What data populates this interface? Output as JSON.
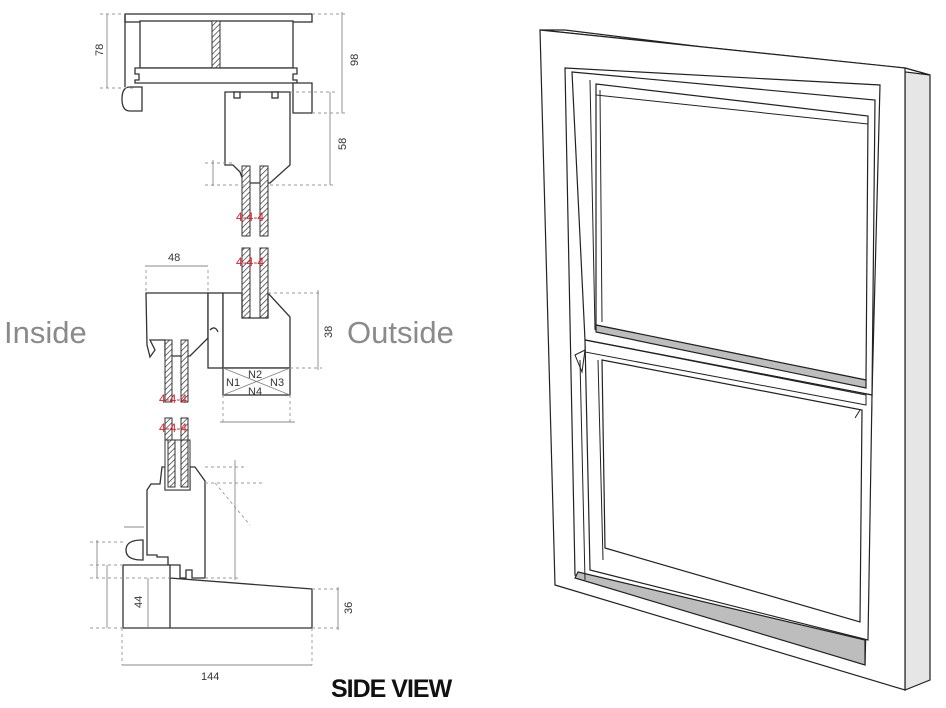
{
  "labels": {
    "inside": "Inside",
    "outside": "Outside",
    "title": "SIDE VIEW"
  },
  "dimensions": {
    "head_height": "78",
    "head_total": "98",
    "sash_top": "58",
    "meeting_rail_width": "48",
    "meeting_rail_height": "38",
    "sill_front": "44",
    "sill_back": "36",
    "sill_width": "144"
  },
  "glazing": [
    "4-4-4",
    "4-4-4",
    "4-4-4",
    "4-4-4"
  ],
  "notches": [
    "N1",
    "N2",
    "N3",
    "N4"
  ],
  "colors": {
    "glazing_label": "#e0202a",
    "side_label": "#8a8a8a"
  }
}
